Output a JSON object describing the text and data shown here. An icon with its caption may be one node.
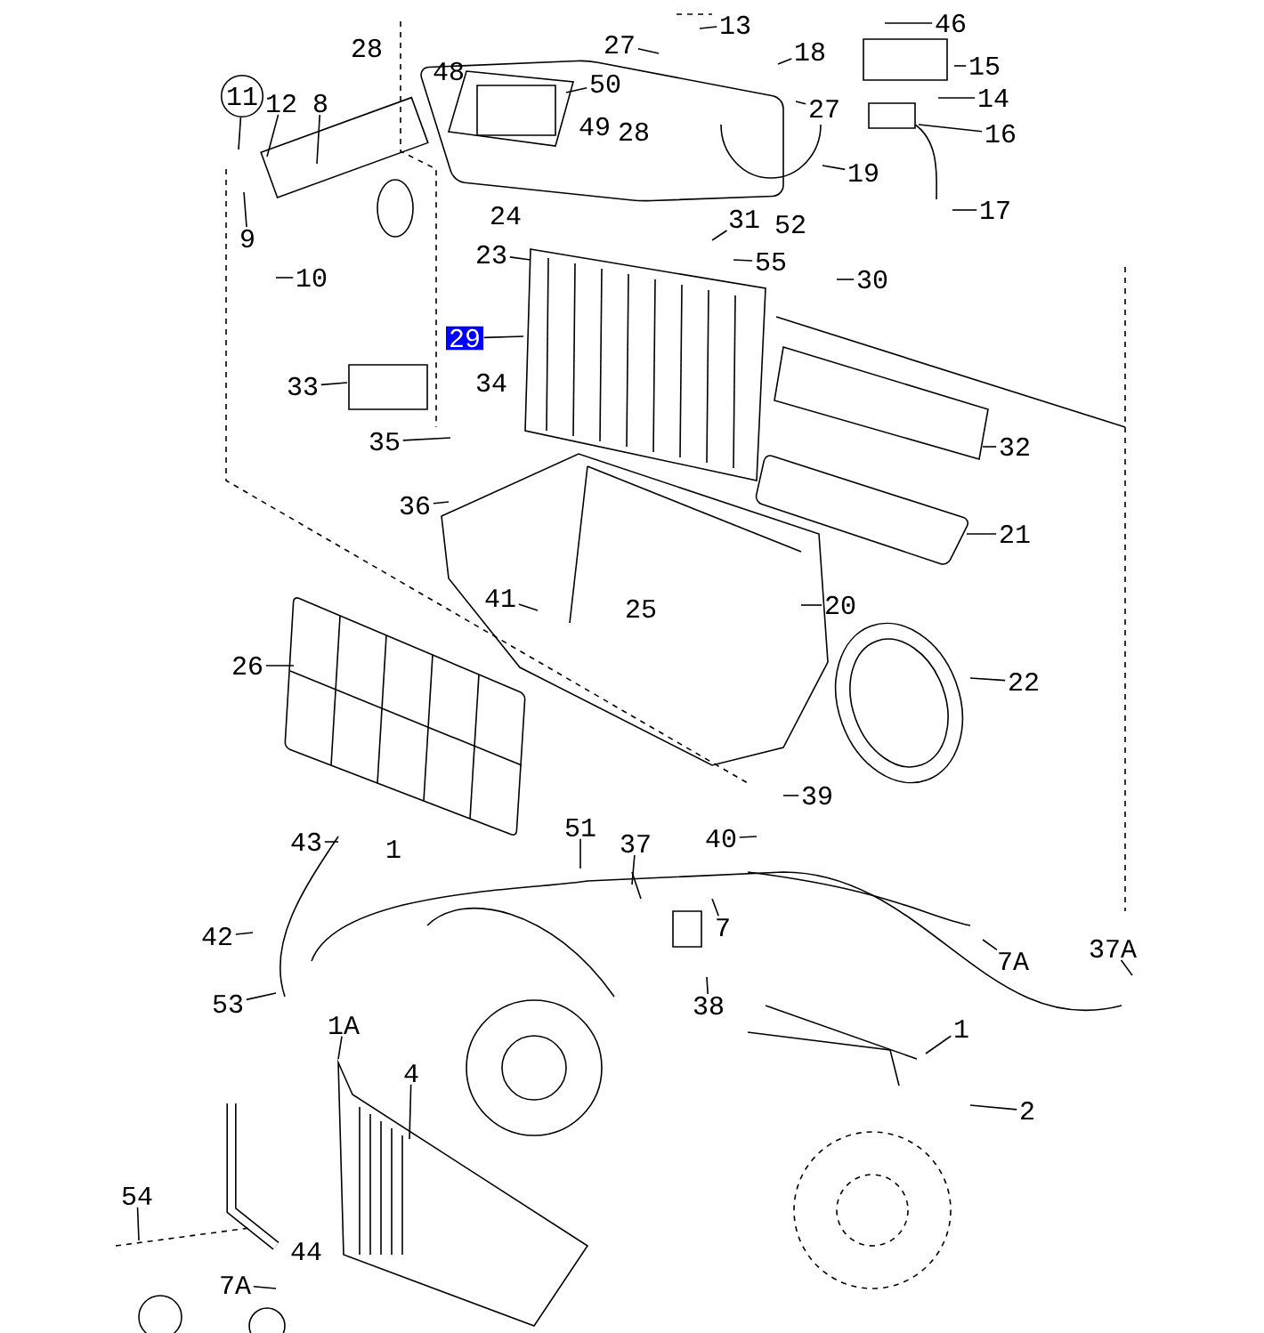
{
  "diagram": {
    "nodes": [
      {
        "text": [
          "28"
        ]
      },
      {
        "text": [
          "27"
        ]
      },
      {
        "text": [
          "13"
        ]
      },
      {
        "text": [
          "18"
        ]
      },
      {
        "text": [
          "46"
        ]
      },
      {
        "text": [
          "15"
        ]
      },
      {
        "text": [
          "14"
        ]
      },
      {
        "text": [
          "16"
        ]
      },
      {
        "text": [
          "17"
        ]
      },
      {
        "text": [
          "48"
        ]
      },
      {
        "text": [
          "50"
        ]
      },
      {
        "text": [
          "49"
        ]
      },
      {
        "text": [
          "28"
        ]
      },
      {
        "text": [
          "27"
        ]
      },
      {
        "text": [
          "19"
        ]
      },
      {
        "text": [
          "11"
        ]
      },
      {
        "text": [
          "12"
        ]
      },
      {
        "text": [
          "8"
        ]
      },
      {
        "text": [
          "9"
        ]
      },
      {
        "text": [
          "10"
        ]
      },
      {
        "text": [
          "24"
        ]
      },
      {
        "text": [
          "23"
        ]
      },
      {
        "text": [
          "29"
        ]
      },
      {
        "text": [
          "34"
        ]
      },
      {
        "text": [
          "33"
        ]
      },
      {
        "text": [
          "31"
        ]
      },
      {
        "text": [
          "52"
        ]
      },
      {
        "text": [
          "55"
        ]
      },
      {
        "text": [
          "30"
        ]
      },
      {
        "text": [
          "32"
        ]
      },
      {
        "text": [
          "35"
        ]
      },
      {
        "text": [
          "36"
        ]
      },
      {
        "text": [
          "21"
        ]
      },
      {
        "text": [
          "20"
        ]
      },
      {
        "text": [
          "41"
        ]
      },
      {
        "text": [
          "25"
        ]
      },
      {
        "text": [
          "26"
        ]
      },
      {
        "text": [
          "22"
        ]
      },
      {
        "text": [
          "39"
        ]
      },
      {
        "text": [
          "40"
        ]
      },
      {
        "text": [
          "43"
        ]
      },
      {
        "text": [
          "1"
        ]
      },
      {
        "text": [
          "51"
        ]
      },
      {
        "text": [
          "37"
        ]
      },
      {
        "text": [
          "42"
        ]
      },
      {
        "text": [
          "7"
        ]
      },
      {
        "text": [
          "7A"
        ]
      },
      {
        "text": [
          "37A"
        ]
      },
      {
        "text": [
          "53"
        ]
      },
      {
        "text": [
          "38"
        ]
      },
      {
        "text": [
          "1A"
        ]
      },
      {
        "text": [
          "4"
        ]
      },
      {
        "text": [
          "1"
        ]
      },
      {
        "text": [
          "2"
        ]
      },
      {
        "text": [
          "54"
        ]
      },
      {
        "text": [
          "44"
        ]
      },
      {
        "text": [
          "7A"
        ]
      }
    ],
    "edges": [
      {
        "from": 1,
        "to": null,
        "arrow": "none"
      },
      {
        "from": 2,
        "to": null,
        "arrow": "none"
      },
      {
        "from": 3,
        "to": null,
        "arrow": "none"
      },
      {
        "from": 4,
        "to": null,
        "arrow": "none"
      },
      {
        "from": 5,
        "to": null,
        "arrow": "none"
      },
      {
        "from": 6,
        "to": null,
        "arrow": "none"
      },
      {
        "from": 7,
        "to": null,
        "arrow": "none"
      },
      {
        "from": 8,
        "to": null,
        "arrow": "none"
      },
      {
        "from": 10,
        "to": null,
        "arrow": "none"
      },
      {
        "from": 13,
        "to": null,
        "arrow": "none"
      },
      {
        "from": 14,
        "to": null,
        "arrow": "none"
      },
      {
        "from": 15,
        "to": null,
        "arrow": "none"
      },
      {
        "from": 16,
        "to": null,
        "arrow": "none"
      },
      {
        "from": 17,
        "to": null,
        "arrow": "none"
      },
      {
        "from": 18,
        "to": null,
        "arrow": "none"
      },
      {
        "from": 19,
        "to": null,
        "arrow": "none"
      },
      {
        "from": 21,
        "to": null,
        "arrow": "none"
      },
      {
        "from": 22,
        "to": null,
        "arrow": "none"
      },
      {
        "from": 24,
        "to": null,
        "arrow": "none"
      },
      {
        "from": 25,
        "to": null,
        "arrow": "none"
      },
      {
        "from": 27,
        "to": null,
        "arrow": "none"
      },
      {
        "from": 28,
        "to": null,
        "arrow": "none"
      },
      {
        "from": 29,
        "to": null,
        "arrow": "none"
      },
      {
        "from": 30,
        "to": null,
        "arrow": "none"
      },
      {
        "from": 31,
        "to": null,
        "arrow": "none"
      },
      {
        "from": 32,
        "to": null,
        "arrow": "none"
      },
      {
        "from": 33,
        "to": null,
        "arrow": "none"
      },
      {
        "from": 34,
        "to": null,
        "arrow": "none"
      },
      {
        "from": 36,
        "to": null,
        "arrow": "none"
      },
      {
        "from": 37,
        "to": null,
        "arrow": "none"
      },
      {
        "from": 38,
        "to": null,
        "arrow": "none"
      },
      {
        "from": 39,
        "to": null,
        "arrow": "none"
      },
      {
        "from": 40,
        "to": null,
        "arrow": "none"
      },
      {
        "from": 42,
        "to": null,
        "arrow": "none"
      },
      {
        "from": 43,
        "to": null,
        "arrow": "none"
      },
      {
        "from": 44,
        "to": null,
        "arrow": "none"
      },
      {
        "from": 45,
        "to": null,
        "arrow": "none"
      },
      {
        "from": 46,
        "to": null,
        "arrow": "none"
      },
      {
        "from": 47,
        "to": null,
        "arrow": "none"
      },
      {
        "from": 48,
        "to": null,
        "arrow": "none"
      },
      {
        "from": 49,
        "to": null,
        "arrow": "none"
      },
      {
        "from": 50,
        "to": null,
        "arrow": "none"
      },
      {
        "from": 51,
        "to": null,
        "arrow": "none"
      },
      {
        "from": 52,
        "to": null,
        "arrow": "none"
      },
      {
        "from": 53,
        "to": null,
        "arrow": "none"
      },
      {
        "from": 54,
        "to": null,
        "arrow": "none"
      },
      {
        "from": 56,
        "to": null,
        "arrow": "none"
      }
    ]
  }
}
